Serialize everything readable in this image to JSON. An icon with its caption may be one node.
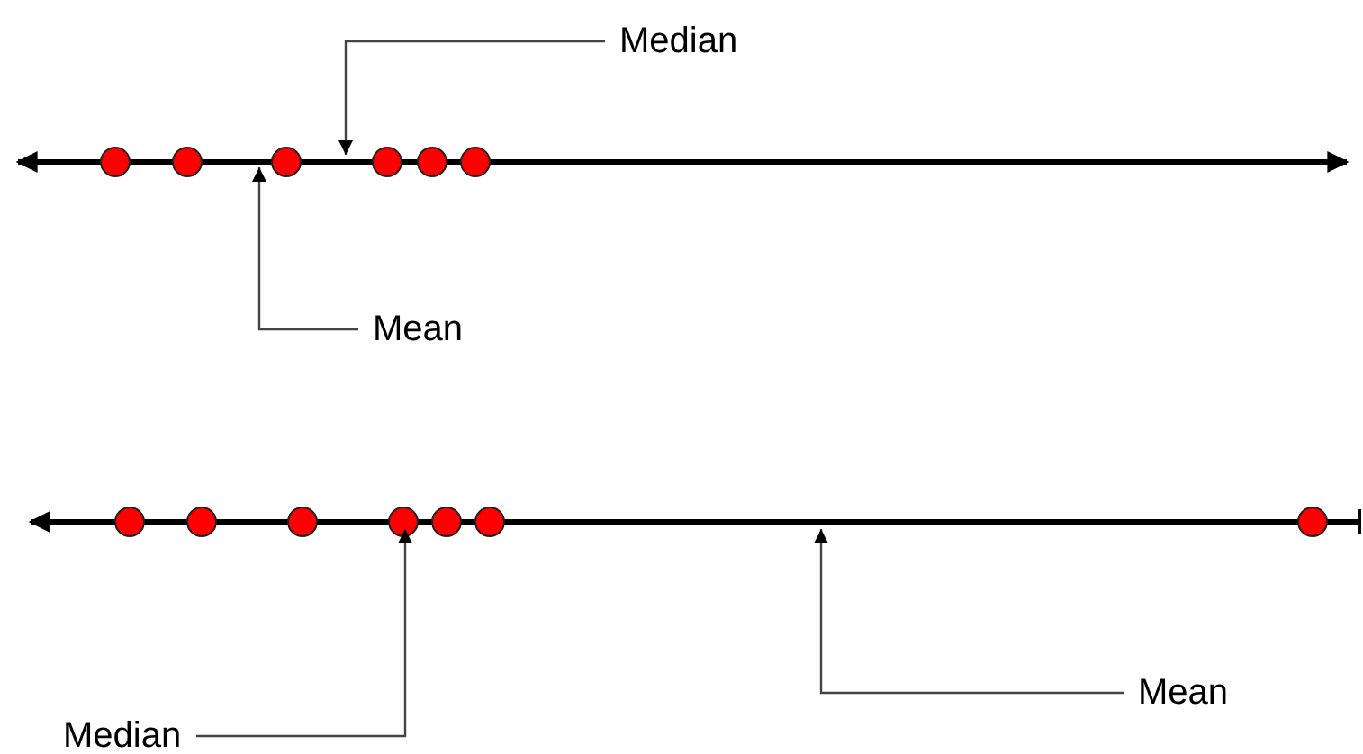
{
  "diagram": {
    "nodes": [
      {
        "text": [
          "Median"
        ]
      },
      {
        "text": [
          "Mean"
        ]
      },
      {
        "text": [
          "Mean"
        ]
      },
      {
        "text": [
          "Median"
        ]
      }
    ],
    "edges": [
      {
        "from": 0,
        "to": null,
        "arrow": "to"
      },
      {
        "from": 1,
        "to": null,
        "arrow": "to"
      },
      {
        "from": 2,
        "to": null,
        "arrow": "to"
      },
      {
        "from": 3,
        "to": null,
        "arrow": "to"
      }
    ]
  }
}
